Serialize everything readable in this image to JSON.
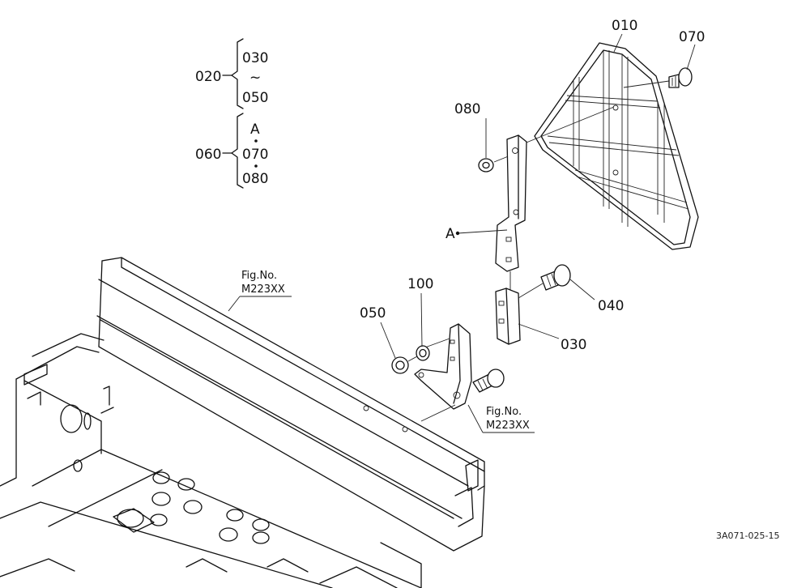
{
  "legend": {
    "group_020": "020",
    "item_030": "030",
    "tilde": "~",
    "item_050": "050",
    "marker_a": "A",
    "group_060": "060",
    "item_070": "070",
    "item_080": "080"
  },
  "callouts": {
    "p010": "010",
    "p070": "070",
    "p080": "080",
    "pA": "A",
    "p040": "040",
    "p030": "030",
    "p100": "100",
    "p050": "050"
  },
  "fig_refs": {
    "ref1_line1": "Fig.No.",
    "ref1_line2": "M223XX",
    "ref2_line1": "Fig.No.",
    "ref2_line2": "M223XX"
  },
  "drawing_code": "3A071-025-15"
}
